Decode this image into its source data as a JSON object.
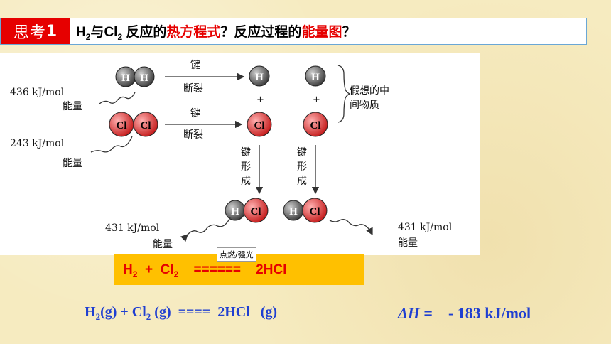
{
  "header": {
    "tag_prefix": "思考",
    "tag_number": "1",
    "question_pre": "与",
    "h2": "H",
    "h2_sub": "2",
    "cl2": "Cl",
    "cl2_sub": "2",
    "question_mid": " 反应的",
    "highlight1": "热方程式",
    "question_mid2": "？反应过程的",
    "highlight2": "能量图",
    "question_end": "？"
  },
  "diagram": {
    "h_atom": "H",
    "cl_atom": "Cl",
    "bond_break": "键断裂",
    "bond_break_1": "键",
    "bond_break_2": "断裂",
    "bond_form_1": "键",
    "bond_form_2": "形",
    "bond_form_3": "成",
    "plus": "+",
    "energy_h2": "436 kJ/mol",
    "energy_cl2": "243 kJ/mol",
    "energy_hcl_left": "431 kJ/mol",
    "energy_hcl_right": "431 kJ/mol",
    "energy_word": "能量",
    "intermediate_1": "假想的中",
    "intermediate_2": "间物质"
  },
  "equation": {
    "condition": "点燃/强光",
    "h2": "H",
    "h2_sub": "2",
    "plus": "  +  ",
    "cl2": "Cl",
    "cl2_sub": "2",
    "arrow": "    ======    ",
    "product": "2HCl"
  },
  "thermo": {
    "part1": "H",
    "sub1": "2",
    "part2": "(g) + Cl",
    "sub2": "2",
    "part3": " (g)  ====  2HCl   (g)"
  },
  "delta_h": {
    "symbol": "ΔH",
    "equals": " =    ",
    "value": "- 183 kJ/mol"
  }
}
